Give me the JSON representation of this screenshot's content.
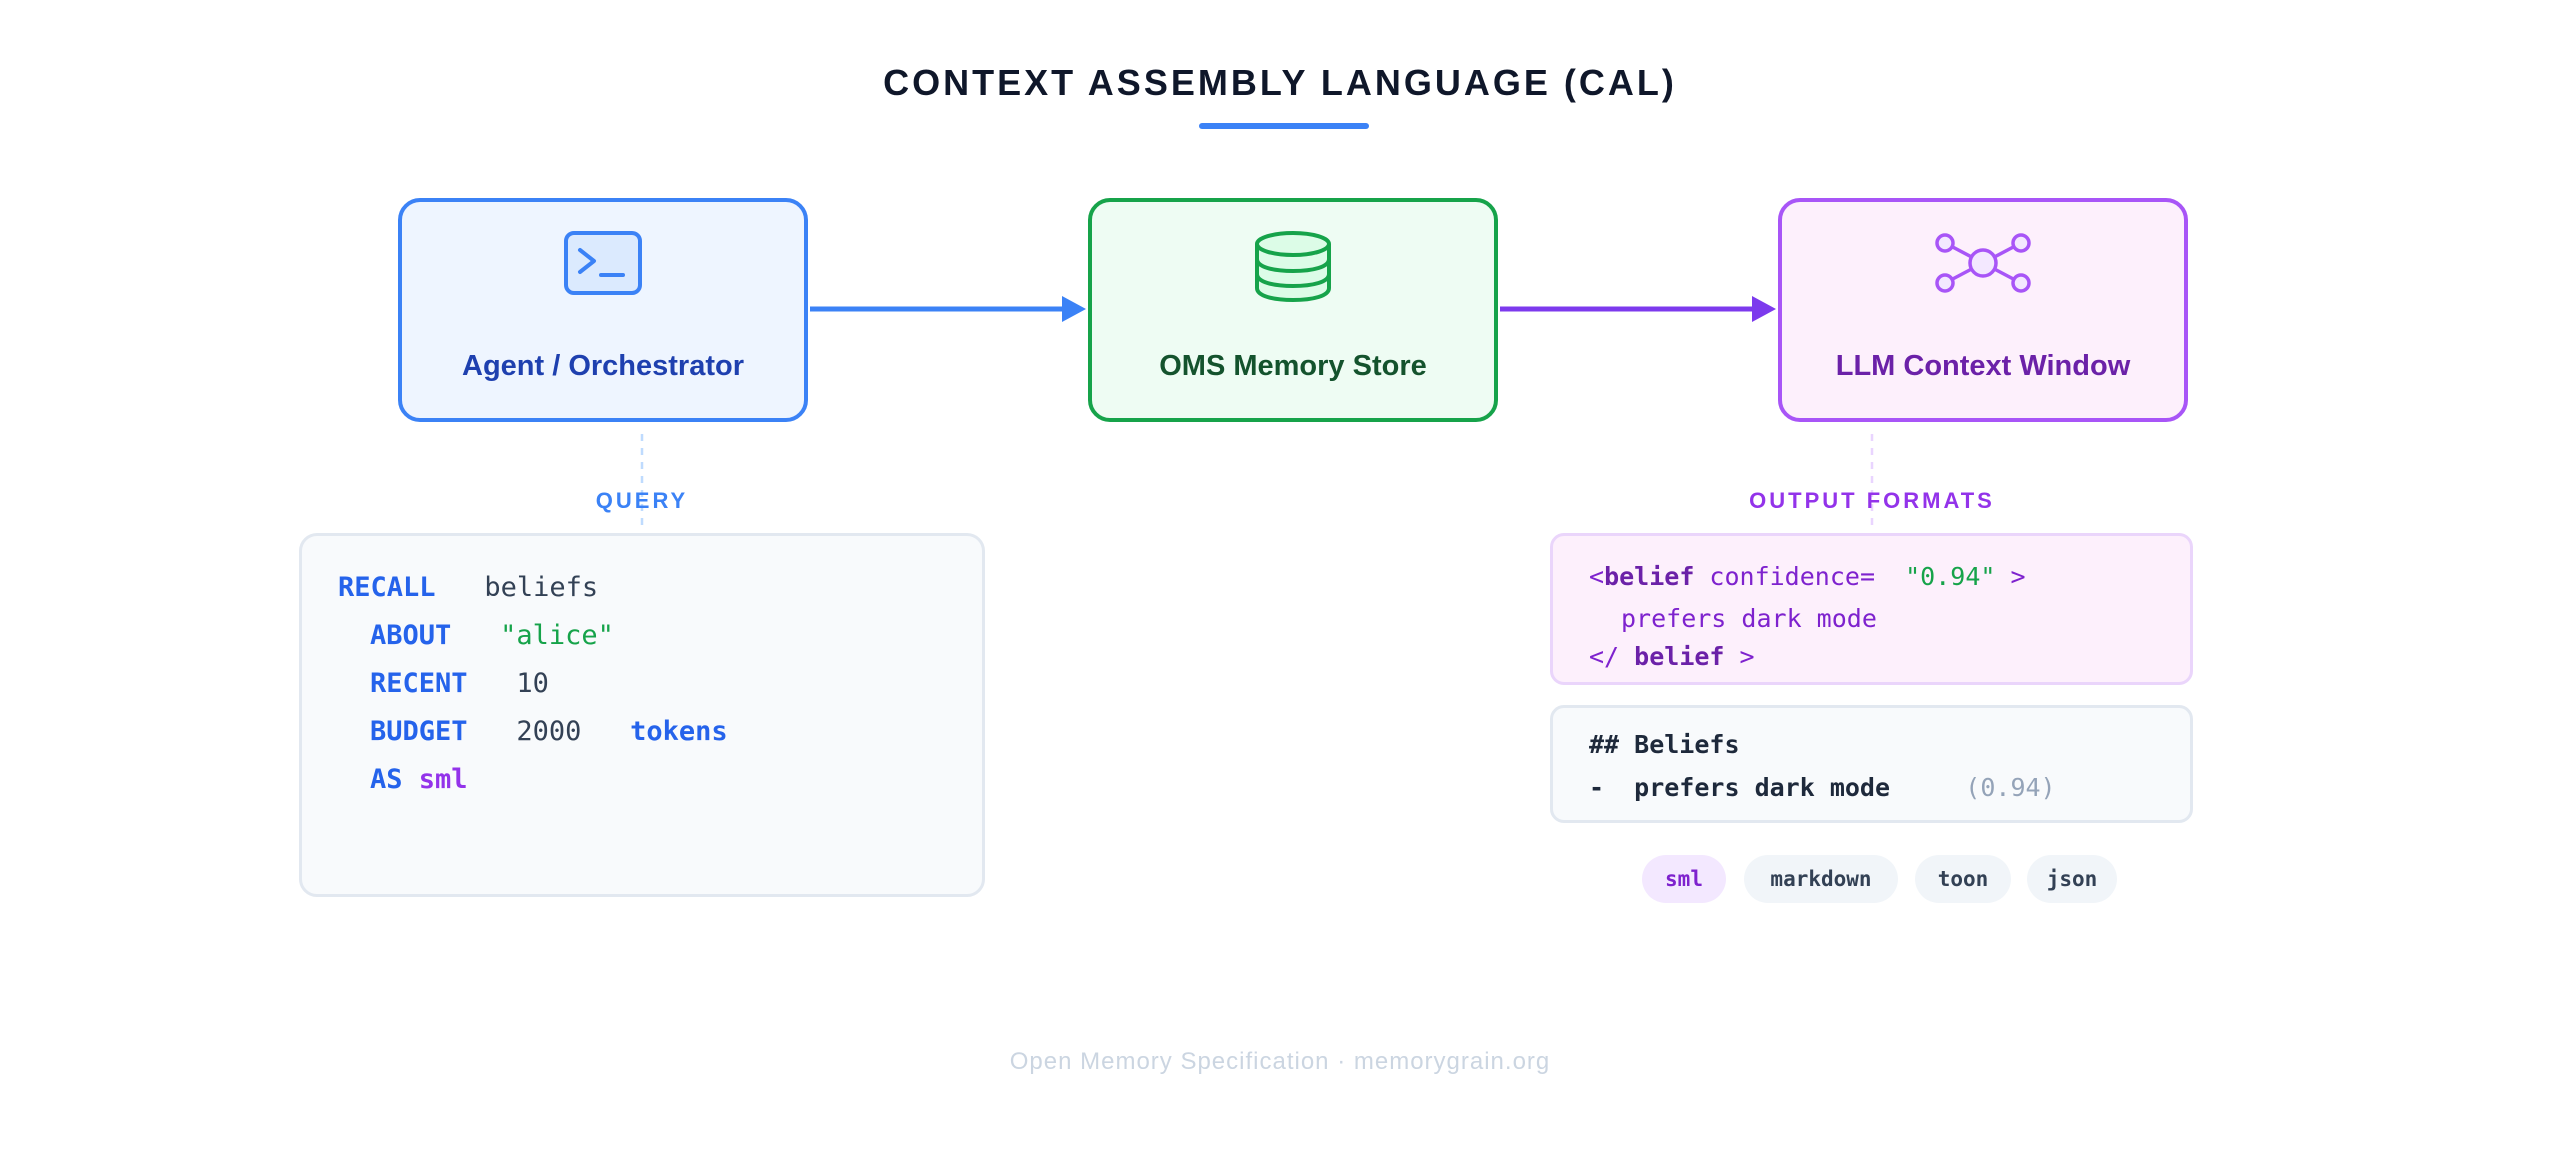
{
  "title": "CONTEXT ASSEMBLY LANGUAGE (CAL)",
  "colors": {
    "agent": "#3b82f6",
    "oms": "#16a34a",
    "llm": "#a855f7",
    "arrow_to_llm": "#7c3aed"
  },
  "nodes": [
    {
      "label": "Agent / Orchestrator",
      "icon": "terminal-icon"
    },
    {
      "label": "OMS Memory Store",
      "icon": "database-icon"
    },
    {
      "label": "LLM Context Window",
      "icon": "network-icon"
    }
  ],
  "query": {
    "label": "QUERY",
    "lines": {
      "recall_kw": "RECALL",
      "recall_val": "beliefs",
      "about_kw": "ABOUT",
      "about_val": "\"alice\"",
      "recent_kw": "RECENT",
      "recent_val": "10",
      "budget_kw": "BUDGET",
      "budget_val": "2000",
      "budget_unit": "tokens",
      "as_kw": "AS",
      "as_val": "sml"
    }
  },
  "output": {
    "label": "OUTPUT FORMATS",
    "sml": {
      "open_lt": "<",
      "open_tag": "belief",
      "attr": " confidence=",
      "attr_val": "\"0.94\"",
      "open_gt": " >",
      "body": "prefers dark mode",
      "close_lt": "</",
      "close_tag": " belief",
      "close_gt": " >"
    },
    "markdown": {
      "heading": "## Beliefs",
      "bullet": "-  prefers dark mode",
      "score": "(0.94)"
    },
    "formats": [
      "sml",
      "markdown",
      "toon",
      "json"
    ]
  },
  "footer": "Open Memory Specification · memorygrain.org"
}
